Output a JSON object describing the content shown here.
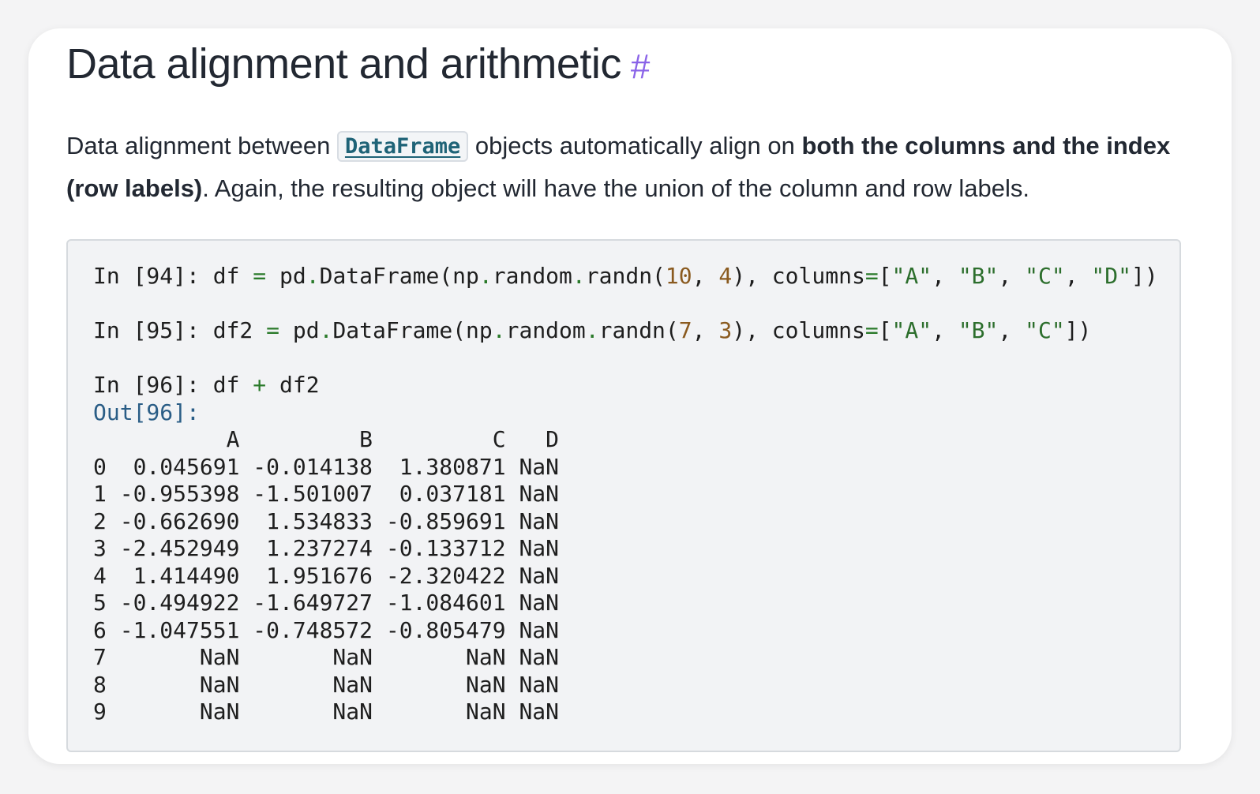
{
  "heading": {
    "title": "Data alignment and arithmetic",
    "anchor": "#"
  },
  "paragraph": {
    "before": "Data alignment between ",
    "code_ref": "DataFrame",
    "middle": " objects automatically align on ",
    "bold": "both the columns and the index (row labels)",
    "after": ". Again, the resulting object will have the union of the column and row labels."
  },
  "code_block": {
    "in94": {
      "prompt": "In [94]: ",
      "var": "df",
      "rhs1": "pd",
      "rhs2": "DataFrame(np",
      "rhs3": "random",
      "rhs4": "randn(",
      "n1": "10",
      "n2": "4",
      "cols_kw": "columns",
      "cols": [
        "\"A\"",
        "\"B\"",
        "\"C\"",
        "\"D\""
      ]
    },
    "in95": {
      "prompt": "In [95]: ",
      "var": "df2",
      "rhs1": "pd",
      "rhs2": "DataFrame(np",
      "rhs3": "random",
      "rhs4": "randn(",
      "n1": "7",
      "n2": "3",
      "cols_kw": "columns",
      "cols": [
        "\"A\"",
        "\"B\"",
        "\"C\""
      ]
    },
    "in96": {
      "prompt": "In [96]: ",
      "lhs": "df",
      "op": "+",
      "rhs": "df2"
    },
    "out96": {
      "prompt": "Out[96]:"
    },
    "table_header": "          A         B         C   D",
    "table_rows": [
      "0  0.045691 -0.014138  1.380871 NaN",
      "1 -0.955398 -1.501007  0.037181 NaN",
      "2 -0.662690  1.534833 -0.859691 NaN",
      "3 -2.452949  1.237274 -0.133712 NaN",
      "4  1.414490  1.951676 -2.320422 NaN",
      "5 -0.494922 -1.649727 -1.084601 NaN",
      "6 -1.047551 -0.748572 -0.805479 NaN",
      "7       NaN       NaN       NaN NaN",
      "8       NaN       NaN       NaN NaN",
      "9       NaN       NaN       NaN NaN"
    ]
  }
}
